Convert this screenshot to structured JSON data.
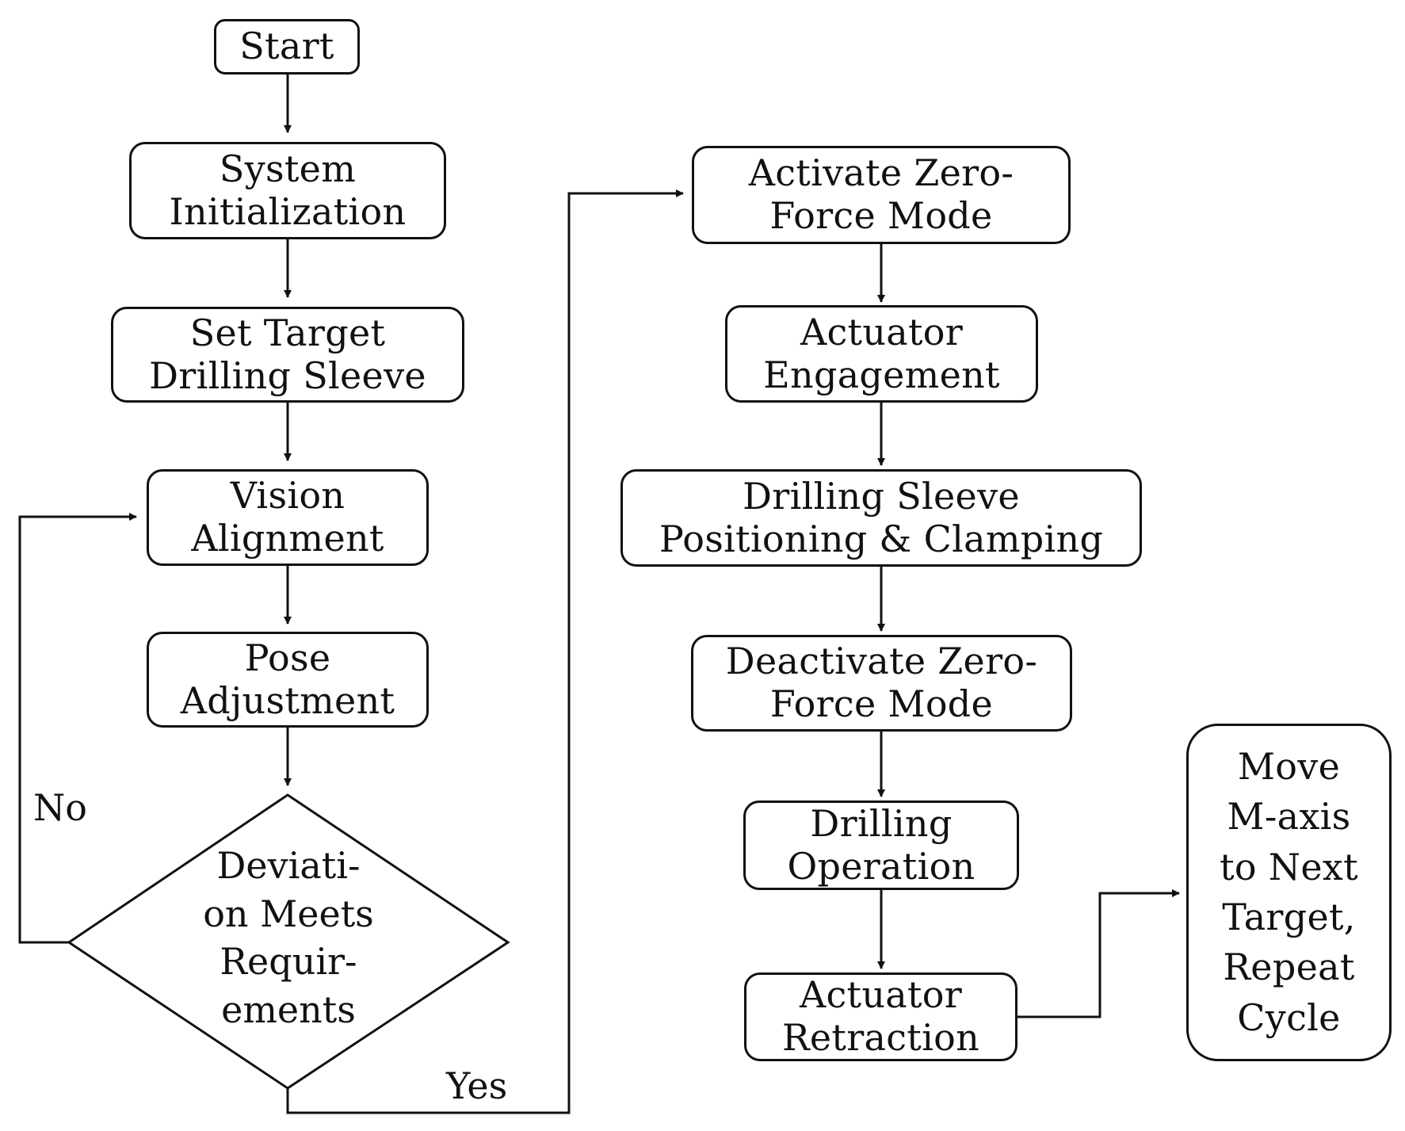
{
  "flowchart": {
    "nodes": {
      "start": {
        "lines": [
          "Start"
        ]
      },
      "system_init": {
        "lines": [
          "System",
          "Initialization"
        ]
      },
      "set_target": {
        "lines": [
          "Set Target",
          "Drilling Sleeve"
        ]
      },
      "vision": {
        "lines": [
          "Vision",
          "Alignment"
        ]
      },
      "pose": {
        "lines": [
          "Pose",
          "Adjustment"
        ]
      },
      "decision": {
        "lines": [
          "Deviati-",
          "on Meets",
          "Requir-",
          "ements"
        ]
      },
      "activate": {
        "lines": [
          "Activate Zero-",
          "Force Mode"
        ]
      },
      "actuator_eng": {
        "lines": [
          "Actuator",
          "Engagement"
        ]
      },
      "positioning": {
        "lines": [
          "Drilling Sleeve",
          "Positioning & Clamping"
        ]
      },
      "deactivate": {
        "lines": [
          "Deactivate Zero-",
          "Force Mode"
        ]
      },
      "drilling": {
        "lines": [
          "Drilling",
          "Operation"
        ]
      },
      "retraction": {
        "lines": [
          "Actuator",
          "Retraction"
        ]
      },
      "move_next": {
        "lines": [
          "Move",
          "M-axis",
          "to Next",
          "Target,",
          "Repeat",
          "Cycle"
        ]
      }
    },
    "edge_labels": {
      "no": "No",
      "yes": "Yes"
    },
    "stroke_color": "#111111",
    "background_color": "#ffffff"
  }
}
